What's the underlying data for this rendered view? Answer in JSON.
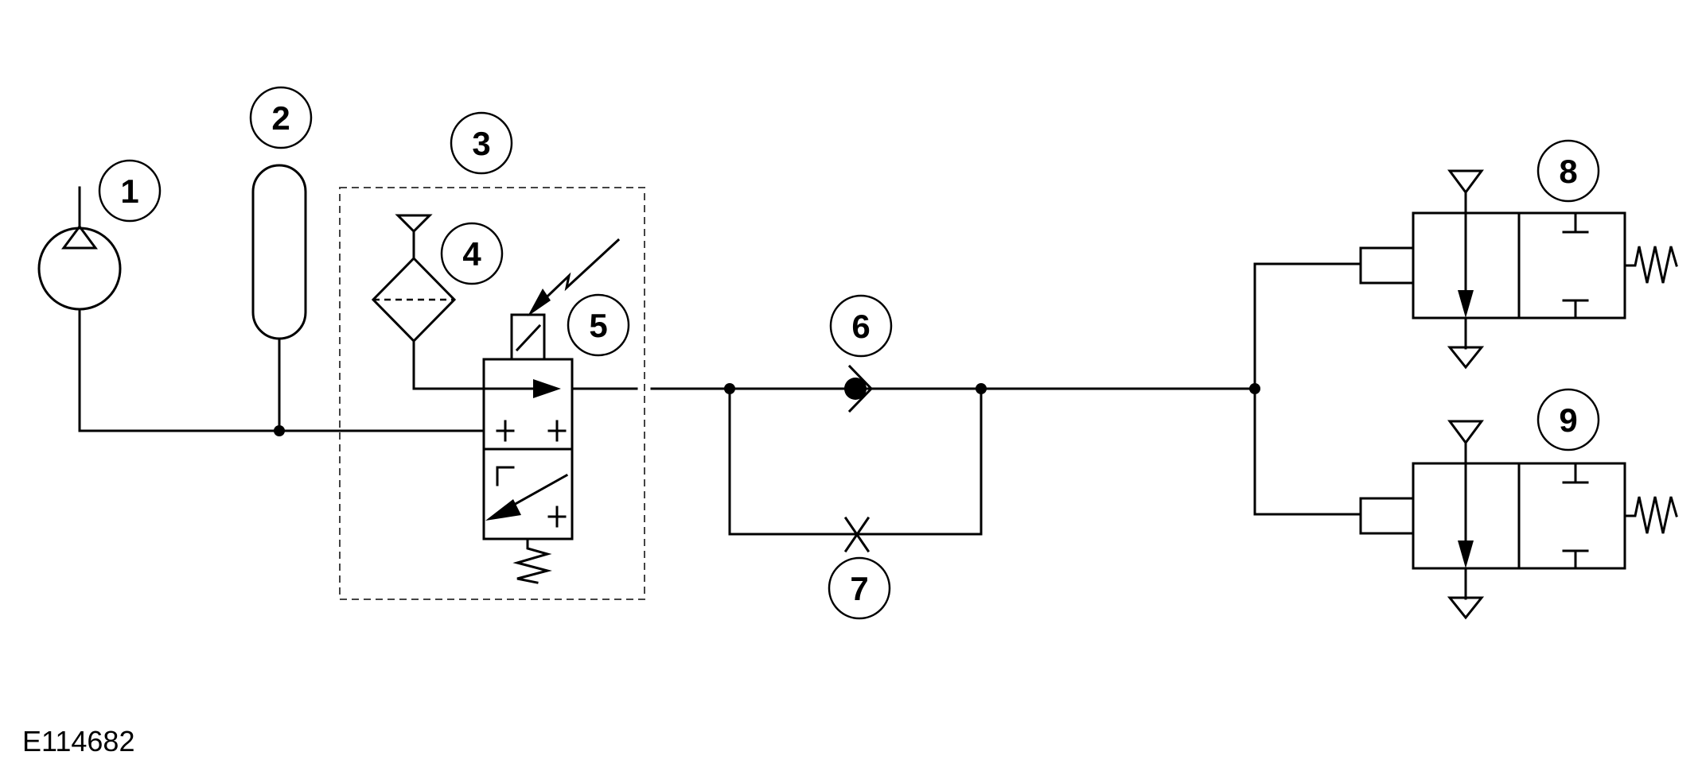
{
  "figure_id": "E114682",
  "callouts": {
    "c1": "1",
    "c2": "2",
    "c3": "3",
    "c4": "4",
    "c5": "5",
    "c6": "6",
    "c7": "7",
    "c8": "8",
    "c9": "9"
  },
  "colors": {
    "line": "#000000",
    "background": "#ffffff"
  }
}
